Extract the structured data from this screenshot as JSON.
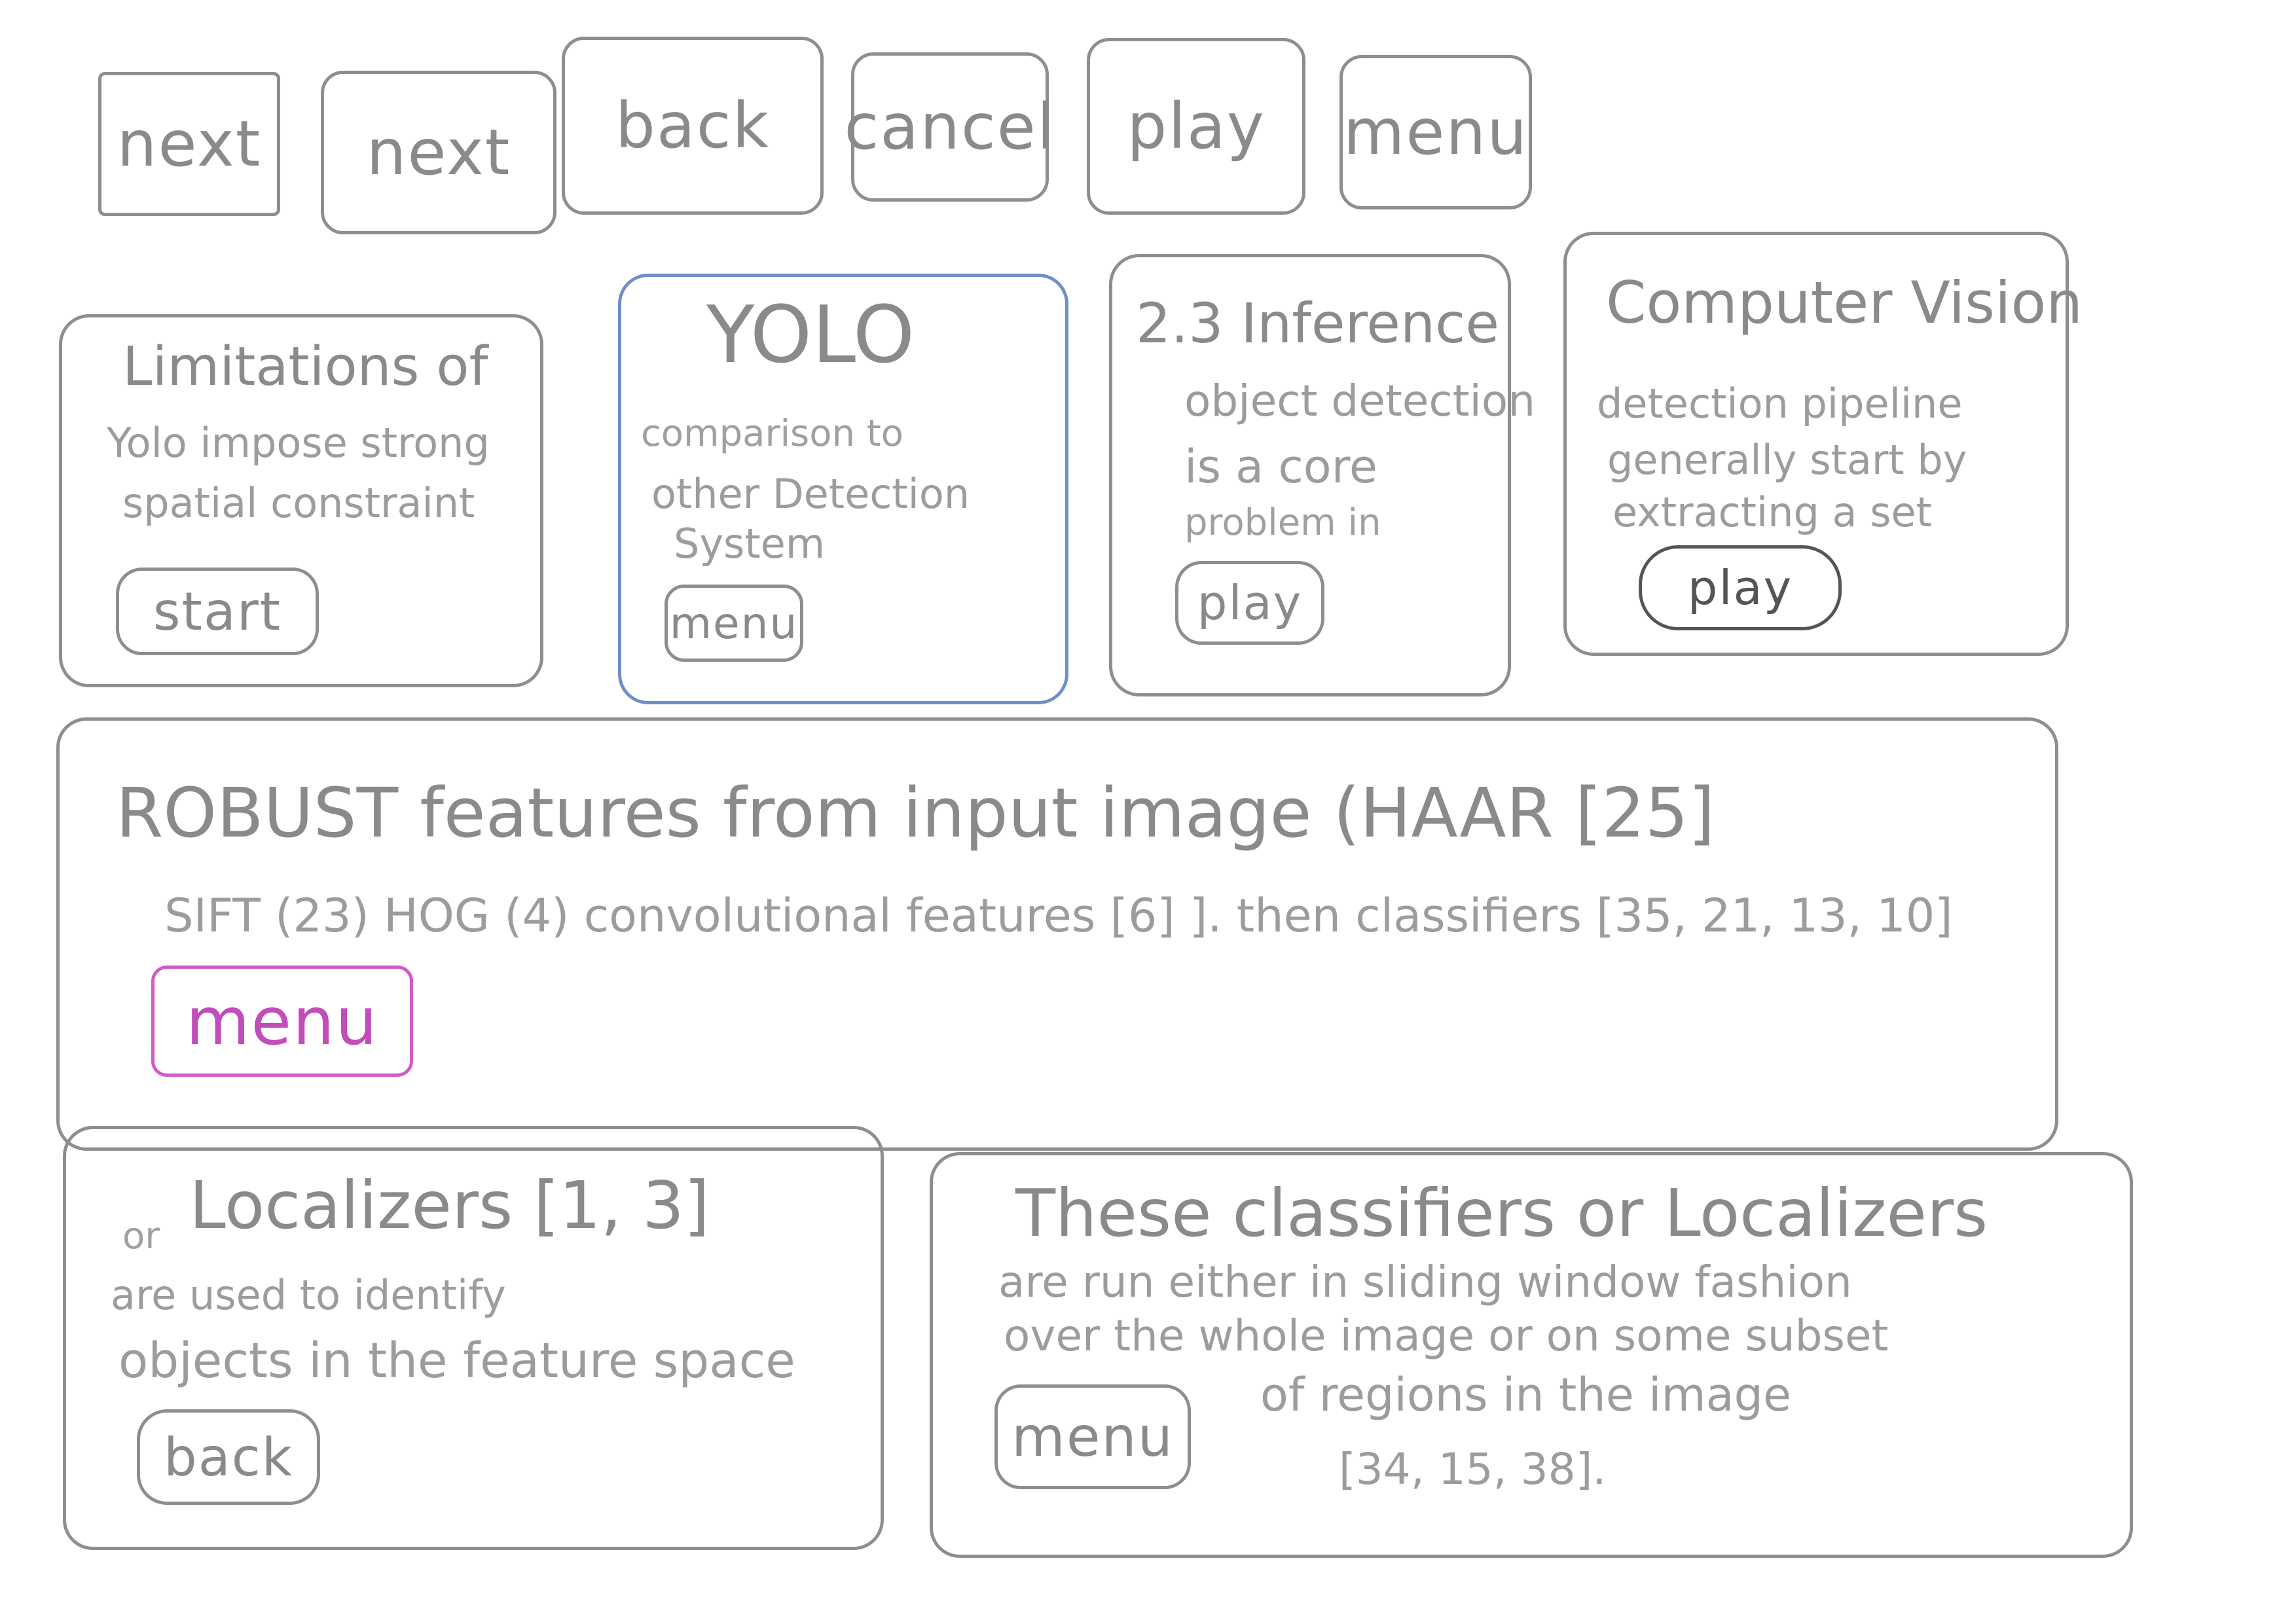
{
  "top_buttons": [
    "next",
    "next",
    "back",
    "cancel",
    "play",
    "menu"
  ],
  "cards": {
    "limitations": {
      "title": "Limitations of",
      "lines": [
        "Yolo impose strong",
        "spatial constraint"
      ],
      "button": "start"
    },
    "yolo": {
      "title": "YOLO",
      "lines": [
        "comparison to",
        "other Detection",
        "System"
      ],
      "button": "menu",
      "border_color": "#6f8fc7"
    },
    "inference": {
      "title": "2.3 Inference",
      "lines": [
        "object detection",
        "is a core",
        "problem in"
      ],
      "button": "play"
    },
    "computer_vision": {
      "title": "Computer Vision",
      "lines": [
        "detection pipeline",
        "generally start by",
        "extracting a set"
      ],
      "button": "play"
    },
    "robust": {
      "title": "ROBUST features from input image (HAAR [25]",
      "line": "SIFT (23) HOG (4) convolutional features [6] ]. then classifiers [35, 21, 13, 10]",
      "button": "menu",
      "button_color": "#d05cc8"
    },
    "localizers": {
      "title_prefix": "or",
      "title": "Localizers [1, 3]",
      "lines": [
        "are used to identify",
        "objects in the feature space"
      ],
      "button": "back"
    },
    "classifiers": {
      "title": "These classifiers or Localizers",
      "lines": [
        "are run either in sliding window fashion",
        "over the whole image or on some subset",
        "of regions in the image",
        "[34, 15, 38]."
      ],
      "button": "menu"
    }
  }
}
